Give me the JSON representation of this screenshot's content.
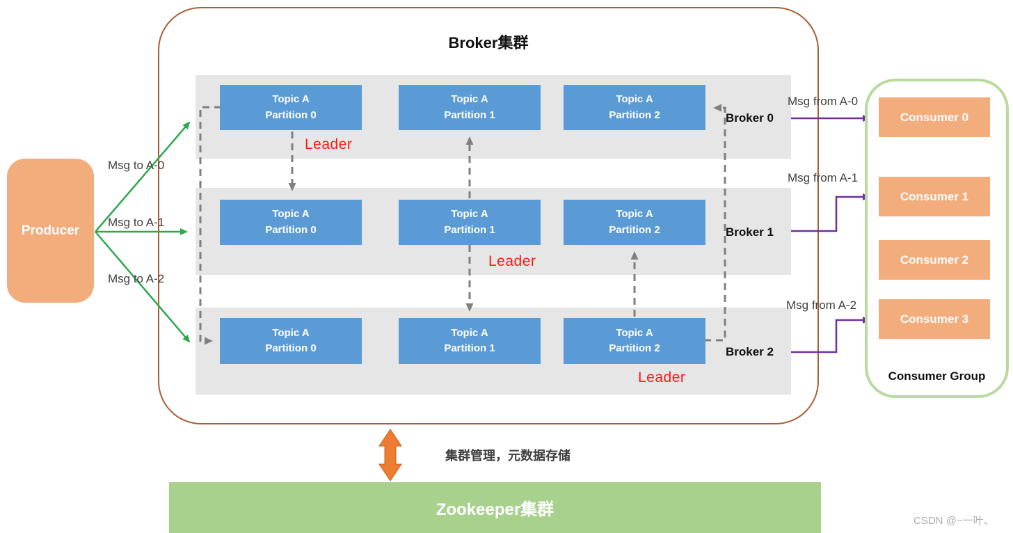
{
  "title": "Broker集群",
  "producer": {
    "label": "Producer",
    "messages": [
      "Msg to A-0",
      "Msg to A-1",
      "Msg to A-2"
    ]
  },
  "brokers": [
    {
      "name": "Broker 0",
      "leader": "Leader",
      "partitions": [
        {
          "line1": "Topic A",
          "line2": "Partition 0"
        },
        {
          "line1": "Topic A",
          "line2": "Partition 1"
        },
        {
          "line1": "Topic A",
          "line2": "Partition 2"
        }
      ]
    },
    {
      "name": "Broker 1",
      "leader": "Leader",
      "partitions": [
        {
          "line1": "Topic A",
          "line2": "Partition 0"
        },
        {
          "line1": "Topic A",
          "line2": "Partition 1"
        },
        {
          "line1": "Topic A",
          "line2": "Partition 2"
        }
      ]
    },
    {
      "name": "Broker 2",
      "leader": "Leader",
      "partitions": [
        {
          "line1": "Topic A",
          "line2": "Partition 0"
        },
        {
          "line1": "Topic A",
          "line2": "Partition 1"
        },
        {
          "line1": "Topic A",
          "line2": "Partition 2"
        }
      ]
    }
  ],
  "consumer_group": {
    "title": "Consumer Group",
    "consumers": [
      "Consumer 0",
      "Consumer 1",
      "Consumer 2",
      "Consumer 3"
    ],
    "messages": [
      "Msg from A-0",
      "Msg from A-1",
      "Msg from A-2"
    ]
  },
  "zookeeper": {
    "label": "Zookeeper集群",
    "caption": "集群管理，元数据存储"
  },
  "watermark": "CSDN @~一叶、",
  "colors": {
    "partition_blue": "#5b9bd5",
    "box_orange": "#f3ac7c",
    "row_gray": "#e7e6e6",
    "zookeeper_green": "#a9d18e",
    "group_border_green": "#b9da9f",
    "arrow_green": "#2ea84e",
    "arrow_purple": "#7030a0",
    "replica_dash_gray": "#7f7f7f",
    "leader_red": "#fd1616",
    "cluster_border_brown": "#a85e32",
    "zk_arrow_orange": "#ed7d31",
    "msg_label_gray": "#3f3f3f"
  }
}
